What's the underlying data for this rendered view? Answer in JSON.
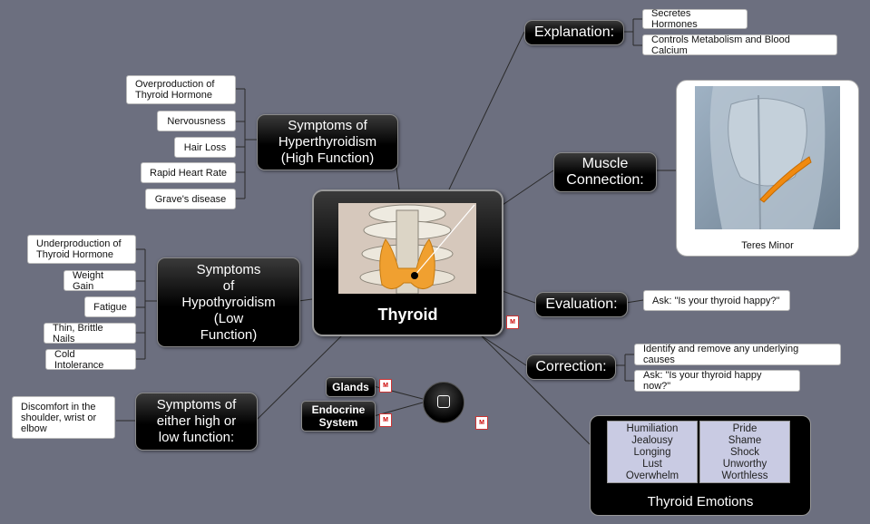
{
  "center": {
    "label": "Thyroid"
  },
  "explanation": {
    "label": "Explanation:",
    "items": [
      "Secretes Hormones",
      "Controls Metabolism and Blood Calcium"
    ]
  },
  "muscle": {
    "label_line1": "Muscle",
    "label_line2": "Connection:",
    "image_caption": "Teres Minor"
  },
  "evaluation": {
    "label": "Evaluation:",
    "items": [
      "Ask: \"Is your thyroid happy?\""
    ]
  },
  "correction": {
    "label": "Correction:",
    "items": [
      "Identify and remove any underlying causes",
      "Ask: \"Is your thyroid happy now?\""
    ]
  },
  "hyper": {
    "line1": "Symptoms of",
    "line2": "Hyperthyroidism",
    "line3": "(High Function)",
    "items": [
      "Overproduction of Thyroid Hormone",
      "Nervousness",
      "Hair Loss",
      "Rapid Heart Rate",
      "Grave's disease"
    ]
  },
  "hypo": {
    "line1": "Symptoms",
    "line2": "of",
    "line3": "Hypothyroidism",
    "line4": "(Low",
    "line5": "Function)",
    "items": [
      "Underproduction of Thyroid Hormone",
      "Weight Gain",
      "Fatigue",
      "Thin, Brittle Nails",
      "Cold Intolerance"
    ]
  },
  "either": {
    "line1": "Symptoms of",
    "line2": "either high or",
    "line3": "low function:",
    "items": [
      "Discomfort in the shoulder, wrist or elbow"
    ]
  },
  "glands": {
    "label": "Glands"
  },
  "endocrine": {
    "line1": "Endocrine",
    "line2": "System"
  },
  "emotions": {
    "title": "Thyroid Emotions",
    "left": [
      "Humiliation",
      "Jealousy",
      "Longing",
      "Lust",
      "Overwhelm"
    ],
    "right": [
      "Pride",
      "Shame",
      "Shock",
      "Unworthy",
      "Worthless"
    ]
  },
  "colors": {
    "background": "#6c6f7f",
    "node": "#000000",
    "gland": "#f0a030",
    "muscle": "#f08a10"
  }
}
